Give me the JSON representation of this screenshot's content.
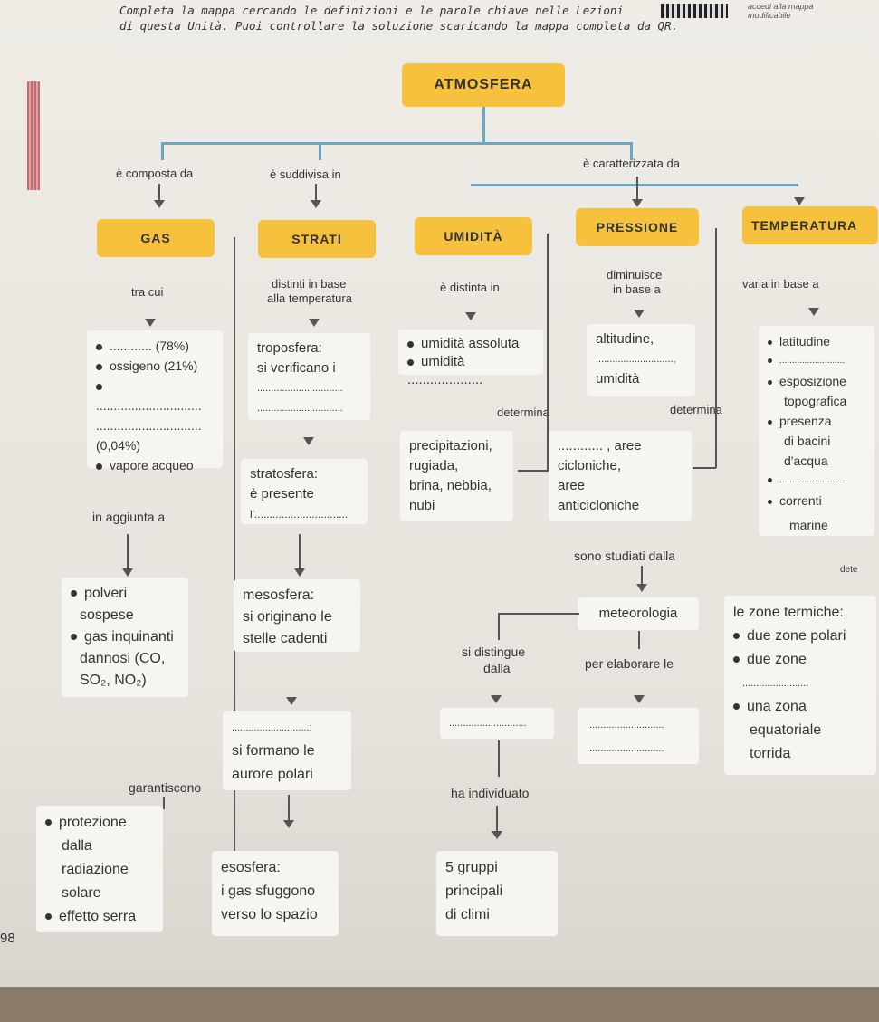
{
  "header": {
    "line1": "Completa la mappa cercando le definizioni e le parole chiave nelle Lezioni",
    "line2": "di questa Unità. Puoi controllare la soluzione scaricando la mappa completa da QR.",
    "qr_note1": "accedi alla mappa",
    "qr_note2": "modificabile"
  },
  "root": "ATMOSFERA",
  "links": {
    "composta": "è composta da",
    "suddivisa": "è suddivisa in",
    "caratterizzata": "è caratterizzata da",
    "tra_cui": "tra cui",
    "distinti": "distinti in base",
    "alla_temp": "alla temperatura",
    "distinta": "è distinta in",
    "diminuisce": "diminuisce",
    "in_base": "in base a",
    "varia": "varia in base a",
    "determina1": "determina",
    "determina2": "determina",
    "aggiunta": "in aggiunta a",
    "studiati": "sono studiati dalla",
    "distingue": "si distingue",
    "dalla": "dalla",
    "elaborare": "per elaborare le",
    "individuato": "ha individuato",
    "garantiscono": "garantiscono",
    "dete": "dete"
  },
  "topics": {
    "gas": "GAS",
    "strati": "STRATI",
    "umidita": "UMIDITÀ",
    "pressione": "PRESSIONE",
    "temperatura": "TEMPERATURA"
  },
  "gas_box": [
    "............ (78%)",
    "ossigeno (21%)",
    "..............................",
    "..............................",
    "(0,04%)",
    "vapore acqueo"
  ],
  "strati_box": {
    "l1": "troposfera:",
    "l2": "si verificano i",
    "l3": "...............................",
    "l4": "..............................."
  },
  "umid_box": {
    "l1": "umidità assoluta",
    "l2": "umidità ...................."
  },
  "press_box": {
    "l1": "altitudine,",
    "l2": "............................,",
    "l3": "umidità"
  },
  "temp_list": [
    "latitudine",
    "..........................",
    "esposizione",
    "topografica",
    "presenza",
    "di bacini",
    "d'acqua",
    "..........................",
    "correnti",
    "marine"
  ],
  "precip_box": [
    "precipitazioni,",
    "rugiada,",
    "brina, nebbia,",
    "nubi"
  ],
  "aree_box": [
    "............ , aree",
    "cicloniche,",
    "aree",
    "anticicloniche"
  ],
  "strato_box": [
    "stratosfera:",
    "è presente",
    "l'..............................."
  ],
  "polveri_box": [
    "polveri",
    "sospese",
    "gas inquinanti",
    "dannosi (CO,",
    "SO₂, NO₂)"
  ],
  "meso_box": [
    "mesosfera:",
    "si originano le",
    "stelle cadenti"
  ],
  "meteo": "meteorologia",
  "zone_list": [
    "le zone termiche:",
    "due zone polari",
    "due zone",
    "........................",
    "una zona",
    "equatoriale",
    "torrida"
  ],
  "termo_box": [
    "............................:",
    "si formano le",
    "aurore polari"
  ],
  "blank1": "............................",
  "blank2": "............................",
  "blank3": "............................",
  "prot_box": [
    "protezione",
    "dalla",
    "radiazione",
    "solare",
    "effetto serra"
  ],
  "eso_box": [
    "esosfera:",
    "i gas sfuggono",
    "verso lo spazio"
  ],
  "clima_box": [
    "5 gruppi",
    "principali",
    "di climi"
  ],
  "page_number": "98"
}
